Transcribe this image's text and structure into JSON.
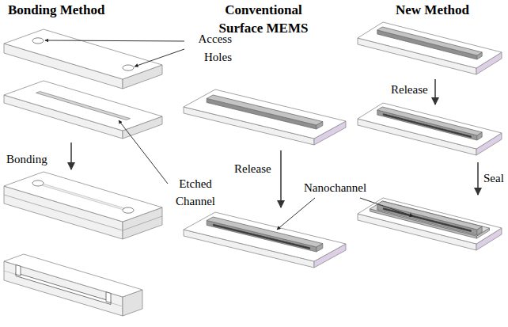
{
  "diagram": {
    "labels": [
      "Bonding Method",
      "Conventional Surface MEMS",
      "New Method",
      "Access Holes",
      "Bonding",
      "Etched Channel",
      "Release",
      "Nanochannel",
      "Release",
      "Seal"
    ]
  }
}
